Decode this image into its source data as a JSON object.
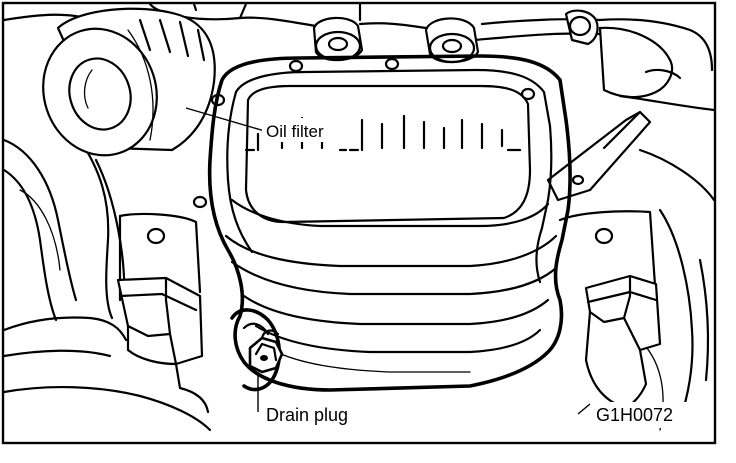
{
  "labels": {
    "oil_filter": "Oil filter",
    "drain_plug": "Drain plug",
    "figure_code": "G1H0072"
  },
  "colors": {
    "ink": "#000000",
    "paper": "#ffffff"
  }
}
